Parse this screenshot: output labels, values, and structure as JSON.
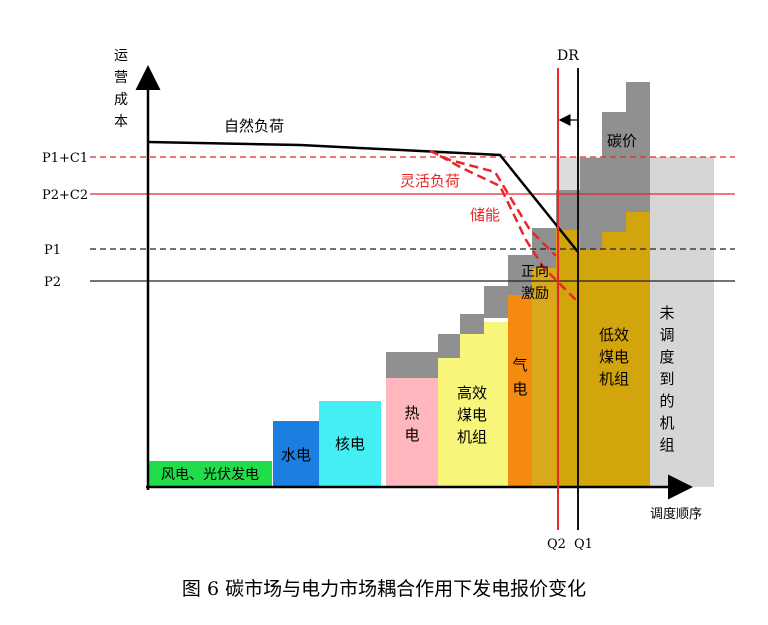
{
  "axes": {
    "y_label": "运营成本",
    "x_label": "调度顺序"
  },
  "levels": [
    {
      "label": "P1+C1",
      "color": "#e8262b",
      "dash": true
    },
    {
      "label": "P2+C2",
      "color": "#e8262b",
      "dash": false
    },
    {
      "label": "P1",
      "color": "#222222",
      "dash": true
    },
    {
      "label": "P2",
      "color": "#222222",
      "dash": false
    }
  ],
  "curves": {
    "natural": "自然负荷",
    "flexible": "灵活负荷",
    "storage": "储能"
  },
  "dr": {
    "label": "DR",
    "q2": "Q2",
    "q1": "Q1"
  },
  "blocks": {
    "wind_solar": "风电、光伏发电",
    "hydro": "水电",
    "nuclear": "核电",
    "heat": [
      "热",
      "电"
    ],
    "efficient_coal": [
      "高效",
      "煤电",
      "机组"
    ],
    "gas": [
      "气",
      "电"
    ],
    "positive_incentive": [
      "正向",
      "激励"
    ],
    "inefficient_coal": [
      "低效",
      "煤电",
      "机组"
    ],
    "unscheduled": [
      "未",
      "调",
      "度",
      "到",
      "的",
      "机",
      "组"
    ],
    "carbon_price": "碳价"
  },
  "colors": {
    "wind_solar": "#22dd4a",
    "hydro": "#1a7fe0",
    "nuclear": "#44eef2",
    "heat": "#ffb6bc",
    "efficient_coal": "#f7f57a",
    "gas": "#f58a11",
    "positive": "#d9a81b",
    "inefficient_coal": "#d2a50c",
    "unscheduled": "#d6d6d6",
    "carbon": "#909090",
    "red": "#e8262b"
  },
  "caption": "图 6 碳市场与电力市场耦合作用下发电报价变化"
}
